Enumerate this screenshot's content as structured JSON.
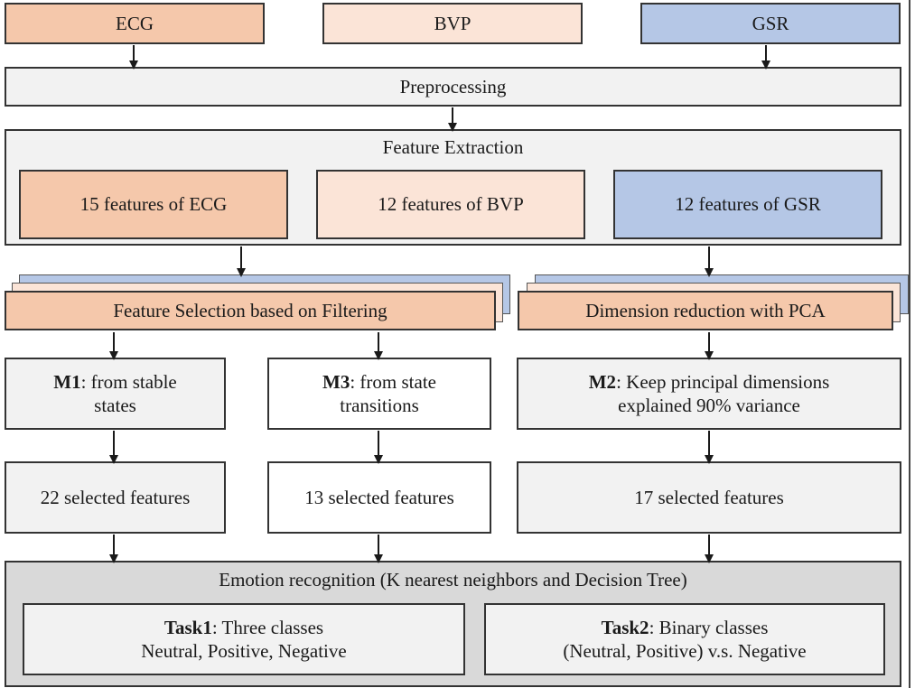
{
  "inputs": {
    "ecg": "ECG",
    "bvp": "BVP",
    "gsr": "GSR"
  },
  "preprocessing": "Preprocessing",
  "feature_extraction": {
    "title": "Feature Extraction",
    "ecg": "15 features of ECG",
    "bvp": "12 features of BVP",
    "gsr": "12 features of GSR"
  },
  "feature_selection": "Feature Selection based on Filtering",
  "dimension_reduction": "Dimension reduction with PCA",
  "methods": {
    "m1": {
      "label": "M1",
      "text_line1": ": from stable",
      "text_line2": "states"
    },
    "m3": {
      "label": "M3",
      "text_line1": ": from state",
      "text_line2": "transitions"
    },
    "m2": {
      "label": "M2",
      "text_line1": ": Keep principal dimensions",
      "text_line2": "explained 90% variance"
    }
  },
  "selected": {
    "m1": "22 selected features",
    "m3": "13 selected features",
    "m2": "17 selected features"
  },
  "emotion_recognition": {
    "title": "Emotion recognition (K nearest neighbors and Decision Tree)",
    "task1": {
      "label": "Task1",
      "text_line1": ": Three classes",
      "text_line2": "Neutral, Positive, Negative"
    },
    "task2": {
      "label": "Task2",
      "text_line1": ": Binary classes",
      "text_line2": "(Neutral, Positive) v.s. Negative"
    }
  },
  "colors": {
    "ecg": "#f5c8ab",
    "bvp": "#fbe4d7",
    "gsr": "#b5c7e6",
    "neutral_box": "#f2f2f2",
    "emotion_container": "#d9d9d9"
  }
}
